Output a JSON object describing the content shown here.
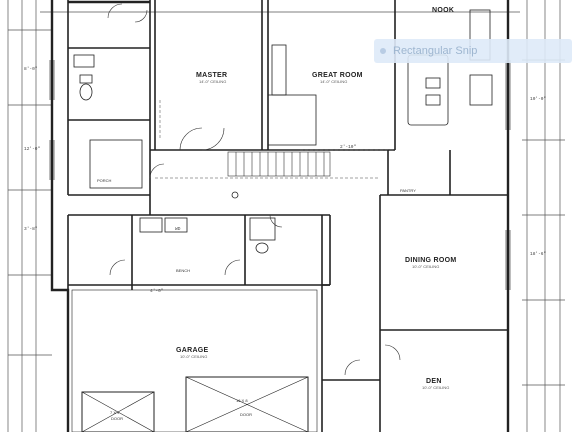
{
  "rooms": {
    "master": {
      "label": "MASTER",
      "sub": "14'-0\" CEILING"
    },
    "great_room": {
      "label": "GREAT ROOM",
      "sub": "14'-0\" CEILING"
    },
    "nook": {
      "label": "NOOK"
    },
    "dining_room": {
      "label": "DINING ROOM",
      "sub": "10'-0\" CEILING"
    },
    "garage": {
      "label": "GARAGE",
      "sub": "10'-0\" CEILING"
    },
    "den": {
      "label": "DEN",
      "sub": "10'-0\" CEILING"
    },
    "pantry": {
      "label": "PANTRY"
    },
    "porch": {
      "label": "PORCH"
    },
    "bench": {
      "label": "BENCH"
    }
  },
  "garage_doors": {
    "door1": {
      "size": "7 X 9",
      "label": "DOOR"
    },
    "door2": {
      "size": "16 X 8",
      "label": "DOOR"
    }
  },
  "dimensions": {
    "d1": "8'-0\"",
    "d2": "12'-0\"",
    "d3": "3'-8\"",
    "d4": "10'-0\"",
    "d5": "18'-6\"",
    "d6": "4'-0\"",
    "d7": "2'-10\"",
    "d8": "WD"
  },
  "tooltip": {
    "text": "Rectangular Snip"
  }
}
